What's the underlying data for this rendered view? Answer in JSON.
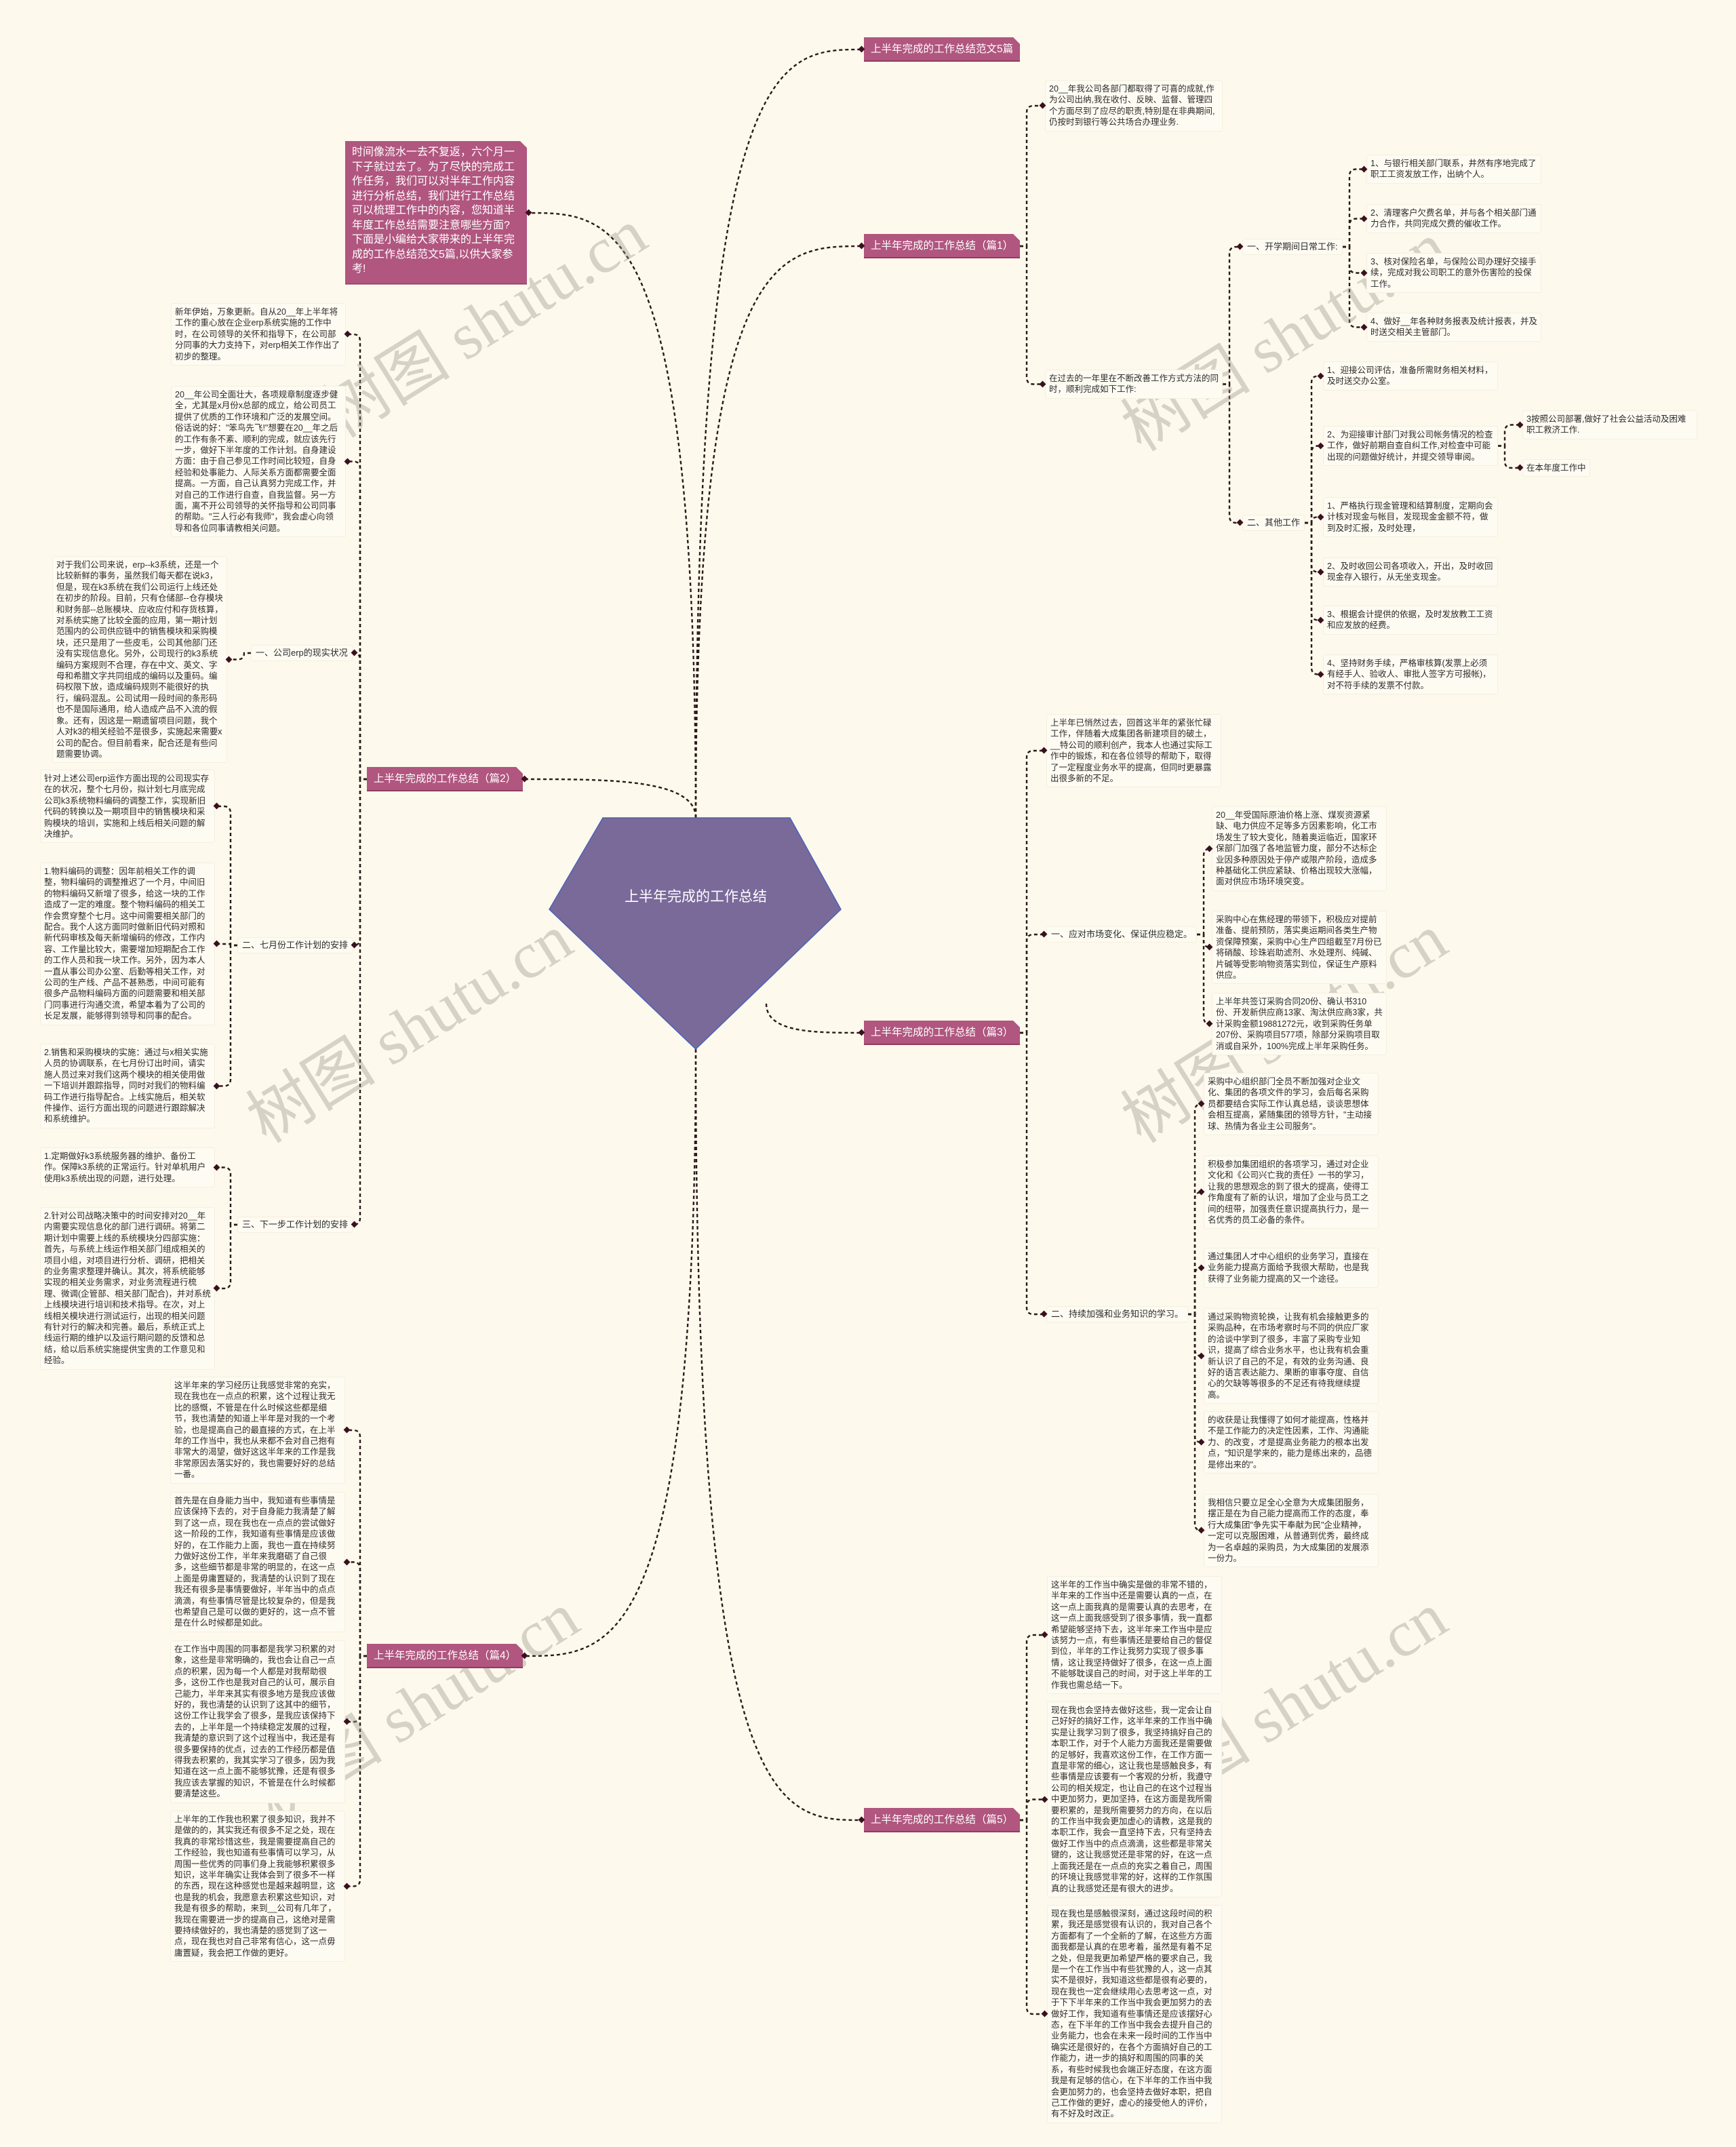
{
  "watermark": "树图 shutu.cn",
  "colors": {
    "background": "#fdf9ec",
    "label": "#b0567f",
    "root": "#7a6a9a",
    "connector": "#2a1a1a"
  },
  "root": {
    "title": "上半年完成的工作总结"
  },
  "labels": {
    "collection": "上半年完成的工作总结范文5篇",
    "pian1": "上半年完成的工作总结（篇1）",
    "pian2": "上半年完成的工作总结（篇2）",
    "pian3": "上半年完成的工作总结（篇3）",
    "pian4": "上半年完成的工作总结（篇4）",
    "pian5": "上半年完成的工作总结（篇5）"
  },
  "intro": "时间像流水一去不复返，六个月一下子就过去了。为了尽快的完成工作任务，我们可以对半年工作内容进行分析总结，我们进行工作总结可以梳理工作中的内容，您知道半年度工作总结需要注意哪些方面?下面是小编给大家带来的上半年完成的工作总结范文5篇,以供大家参考!",
  "pian1": {
    "intro": "20__年我公司各部门都取得了可喜的成就,作为公司出纳,我在收付、反映、监督、管理四个方面尽到了应尽的职责,特别是在非典期间,仍按时到银行等公共场合办理业务.",
    "lead": "在过去的一年里在不断改善工作方式方法的同时，顺利完成如下工作:",
    "s1": {
      "title": "一、开学期间日常工作:",
      "items": [
        "1、与银行相关部门联系，井然有序地完成了职工工资发放工作，出纳个人。",
        "2、清理客户欠费名单，并与各个相关部门通力合作，共同完成欠费的催收工作。",
        "3、核对保险名单，与保险公司办理好交接手续，完成对我公司职工的意外伤害险的投保工作。",
        "4、做好__年各种财务报表及统计报表，并及时送交相关主管部门。"
      ]
    },
    "s2": {
      "title": "二、其他工作",
      "items": [
        "1、迎接公司评估，准备所需财务相关材料，及时送交办公室。",
        "2、为迎接审计部门对我公司帐务情况的检查工作，做好前期自查自纠工作,对检查中可能出现的问题做好统计，并提交领导审阅。",
        "1、严格执行现金管理和结算制度，定期向会计核对现金与帐目，发现现金金额不符，做到及时汇报，及时处理，",
        "2、及时收回公司各项收入，开出，及时收回现金存入银行，从无坐支现金。",
        "3、根据会计提供的依据，及时发放教工工资和应发放的经费。",
        "4、坚持财务手续，严格审核算(发票上必须有经手人、验收人、审批人签字方可报帐)，对不符手续的发票不付款。"
      ],
      "sub": [
        "3按照公司部署,做好了社会公益活动及困难职工救济工作.",
        "在本年度工作中"
      ]
    }
  },
  "pian2": {
    "a": "新年伊始，万象更新。自从20__年上半年将工作的重心放在企业erp系统实施的工作中时，在公司领导的关怀和指导下，在公司部分同事的大力支持下，对erp相关工作作出了初步的整理。",
    "b": "20__年公司全面壮大，各项规章制度逐步健全，尤其是x月份x总部的成立，给公司员工提供了优质的工作环境和广泛的发展空间。俗话说的好：\"笨鸟先飞!\"想要在20__年之后的工作有条不紊、顺利的完成，就应该先行一步，做好下半年度的工作计划。自身建设方面：由于自己参见工作时间比较短，自身经验和处事能力、人际关系方面都需要全面提高。一方面，自己认真努力完成工作，并对自己的工作进行自查，自我监督。另一方面，离不开公司领导的关怀指导和公司同事的帮助。\"三人行必有我师\"，我会虚心向领导和各位同事请教相关问题。",
    "s1": {
      "title": "一、公司erp的现实状况",
      "items": [
        "对于我们公司来说，erp--k3系统，还是一个比较新鲜的事务，虽然我们每天都在说k3，但是，现在k3系统在我们公司运行上线还处在初步的阶段。目前，只有仓储部--仓存模块和财务部--总账模块、应收应付和存货核算，对系统实施了比较全面的应用，第一期计划范围内的公司供应链中的销售模块和采购模块，还只是用了一些皮毛，公司其他部门还没有实现信息化。另外，公司现行的k3系统编码方案规则不合理，存在中文、英文、字母和希腊文字共同组成的编码以及重码。编码权限下放，造成编码规则不能很好的执行，编码混乱。公司试用一段时间的条形码也不是国际通用，给人造成产品不入流的假象。还有，因这是一期遗留项目问题，我个人对k3的相关经验不是很多，实施起来需要x公司的配合。但目前看来，配合还是有些问题需要协调。"
      ]
    },
    "s2": {
      "title": "二、七月份工作计划的安排",
      "items": [
        "针对上述公司erp运作方面出现的公司现实存在的状况，整个七月份，拟计划七月底完成公司k3系统物料编码的调整工作，实现新旧代码的转换以及一期项目中的销售模块和采购模块的培训，实施和上线后相关问题的解决维护。",
        "1.物料编码的调整：因年前相关工作的调整，物料编码的调整推迟了一个月，中间旧的物料编码又新增了很多，给这一块的工作造成了一定的难度。整个物料编码的相关工作会贯穿整个七月。这中间需要相关部门的配合。我个人这方面同时做新旧代码对照和新代码审核及每天新增编码的修改，工作内容、工作量比较大，需要增加短期配合工作的工作人员和我一块工作。另外，因为本人一直从事公司办公室、后勤等相关工作，对公司的生产线、产品不甚熟悉，中间可能有很多产品物料编码方面的问题需要和相关部门同事进行沟通交流，希望本着为了公司的长足发展，能够得到领导和同事的配合。",
        "2.销售和采购模块的实施：通过与x相关实施人员的协调联系，在七月份订出时间，请实施人员过来对我们这两个模块的相关使用做一下培训并跟踪指导，同时对我们的物料编码工作进行指导配合。上线实施后，相关软件操作、运行方面出现的问题进行跟踪解决和系统维护。"
      ]
    },
    "s3": {
      "title": "三、下一步工作计划的安排",
      "items": [
        "1.定期做好k3系统服务器的维护、备份工作。保障k3系统的正常运行。针对单机用户使用k3系统出现的问题，进行处理。",
        "2.针对公司战略决策中的时间安排对20__年内需要实现信息化的部门进行调研。将第二期计划中需要上线的系统模块分四部实施：首先，与系统上线运作相关部门组成相关的项目小组，对项目进行分析、调研，把相关的业务需求整理并确认。其次，将系统能够实现的相关业务需求，对业务流程进行梳理、微调(企管部、相关部门配合)，并对系统上线模块进行培训和技术指导。在次，对上线相关模块进行测试运行，出现的相关问题有针对行的解决和完善。最后，系统正式上线运行期的维护以及运行期问题的反馈和总结，给以后系统实施提供宝贵的工作意见和经验。"
      ]
    }
  },
  "pian3": {
    "intro": "上半年已悄然过去，回首这半年的紧张忙碌工作，伴随着大成集团各新建项目的破土，__特公司的顺利创产，我本人也通过实际工作中的锻炼，和在各位领导的帮助下，取得了一定程度业务水平的提高，但同时更暴露出很多新的不足。",
    "s1": {
      "title": "一、应对市场变化、保证供应稳定。",
      "items": [
        "20__年受国际原油价格上涨、煤炭资源紧缺、电力供应不足等多方因素影响，化工市场发生了较大变化，随着奥运临近，国家环保部门加强了各地监管力度，部分不达标企业因多种原因处于停产或限产阶段，造成多种基础化工供应紧缺、价格出现较大涨幅，面对供应市场环境突变。",
        "采购中心在焦经理的带领下，积极应对提前准备、提前预防，落实奥运期间各类生产物资保障预案，采购中心生产四组截至7月份已将硝酸、珍珠岩助滤剂、水处理剂、纯碱、片碱等受影响物资落实到位，保证生产原料供应。",
        "上半年共签订采购合同20份、确认书310份、开发新供应商13家、淘汰供应商3家，共计采购金额19881272元，收到采购任务单207份、采购项目577项，除部分采购项目取消或自采外，100%完成上半年采购任务。"
      ]
    },
    "s2": {
      "title": "二、持续加强和业务知识的学习。",
      "items": [
        "采购中心组织部门全员不断加强对企业文化、集团的各项文件的学习，会后每名采购员都要结合实际工作认真总结，谈谈思想体会相互提高，紧随集团的领导方针，\"主动接球、热情为各业主公司服务\"。",
        "积极参加集团组织的各项学习，通过对企业文化和《公司兴亡我的责任》一书的学习，让我的思想观念的到了很大的提高，使得工作角度有了新的认识，增加了企业与员工之间的纽带，加强责任意识提高执行力，是一名优秀的员工必备的条件。",
        "通过集团人才中心组织的业务学习，直接在业务能力提高方面给予我很大帮助，也是我获得了业务能力提高的又一个途径。",
        "通过采购物资轮换，让我有机会接触更多的采购品种，在市场考察时与不同的供应厂家的洽谈中学到了很多，丰富了采购专业知识，提高了综合业务水平，也让我有机会重新认识了自己的不足，有效的业务沟通、良好的语言表达能力、果断的审事夺度、自信心的欠缺等等很多的不足还有待我继续提高。",
        "的收获是让我懂得了如何才能提高，性格并不是工作能力的决定性因素，工作、沟通能力、的改变，才是提高业务能力的根本出发点，\"知识是学来的，能力是练出来的，品德是修出来的\"。",
        "我相信只要立足全心全意为大成集团服务，摆正是在为自己能力提高而工作的态度，奉行大成集团\"争先实干奉献为民\"企业精神，一定可以克服困难，从普通到优秀，最终成为一名卓越的采购员，为大成集团的发展添一份力。"
      ]
    }
  },
  "pian4": {
    "items": [
      "这半年来的学习经历让我感觉非常的充实，现在我也在一点点的积累，这个过程让我无比的感慨，不管是在什么时候这些都是细节，我也清楚的知道上半年是对我的一个考验，也是提高自己的最直接的方式，在上半年的工作当中，我也从来都不会对自己抱有非常大的渴望，做好这这半年来的工作是我非常原因去落实好的，我也需要好好的总结一番。",
      "首先是在自身能力当中，我知道有些事情是应该保持下去的，对于自身能力我清楚了解到了这一点，现在我也在一点点的尝试做好这一阶段的工作，我知道有些事情是应该做好的，在工作能力上面，我也一直在持续努力做好这份工作，半年来我磨砺了自己很多，这些细节都是非常的明显的，在这一点上面是毋庸置疑的，我清楚的认识到了现在我还有很多是事情要做好，半年当中的点点滴滴，有些事情尽管是比较复杂的，但是我也希望自己是可以做的更好的，这一点不管是在什么时候都是如此。",
      "在工作当中周围的同事都是我学习积累的对象，这些是非常明确的，我也会让自己一点点的积累，因为每一个人都是对我帮助很多，这份工作也是我对自己的认可，展示自己能力，半年来其实有很多地方是我应该做好的，我也清楚的认识到了这其中的细节，这份工作让我学会了很多，是我应该保持下去的，上半年是一个持续稳定发展的过程，我清楚的意识到了这个过程当中，我还是有很多要保持的优点，过去的工作经历都是值得我去积累的，我其实学习了很多，因为我知道在这一点上面不能够犹豫，还是有很多我应该去掌握的知识，不管是在什么时候都要清楚这些。",
      "上半年的工作我也积累了很多知识，我并不是做的的，其实我还有很多不足之处，现在我真的非常珍惜这些，我是需要提高自己的工作经验，我也知道有些事情可以学习，从周围一些优秀的同事们身上我能够积累很多知识，这半年确实让我体会到了很多不一样的东西，现在这种感觉也是越来越明显，这也是我的机会，我愿意去积累这些知识，对我是有很多的帮助，来到__公司有几年了，我现在需要进一步的提高自己，这绝对是需要持续做好的，我也清楚的感觉到了这一点，现在我也对自己非常有信心，这一点毋庸置疑，我会把工作做的更好。"
    ]
  },
  "pian5": {
    "items": [
      "这半年的工作当中确实是做的非常不错的，半年来的工作当中还是需要认真的一点，在这一点上面我真的是需要认真的去思考，在这一点上面我感受到了很多事情，我一直都希望能够坚持下去，这半年来工作当中是应该努力一点，有些事情还是要给自己的督促到位，半年的工作让我努力实现了很多事情，这让我坚持做好了很多，在这一点上面不能够耽误自己的时间，对于这上半年的工作我也需总结一下。",
      "现在我也会坚持去做好这些，我一定会让自己好好的搞好工作，这半年来的工作当中确实是让我学习到了很多，我坚持搞好自己的本职工作，对于个人能力方面我还是需要做的足够好，我喜欢这份工作，在工作方面一直是非常的细心，这让我也是感触良多，有些事情是应该要有一个客观的分析，我遵守公司的相关规定，也让自己的在这个过程当中更加努力，更加坚持，在这方面是我所需要积累的，是我所需要努力的方向，在以后的工作当中我会更加虚心的请教，这是我的本职工作，我会一直坚持下去，只有坚持去做好工作当中的点点滴滴，这些都是非常关键的，这让我感觉还是非常的好，在这一点上面我还是在一点点的充实之着自己，周围的环境让我感觉非常的好，这样的工作氛围真的让我感觉还是有很大的进步。",
      "现在我也是感触很深刻，通过这段时间的积累，我还是感觉很有认识的，我对自己各个方面都有了一个全新的了解，在这些方方面面我都是认真的在思考着，虽然是有着不足之处，但是我更加希望严格的要求自己，我是一个在工作当中有些犹豫的人，这一点其实不是很好，我知道这些都是很有必要的，现在我也一定会继续用心去思考这一点，对于下下半年来的工作当中我会更加努力的去做好工作，我知道有些事情还是应该摆好心态，在下半年的工作当中我会去提升自己的业务能力，也会在未来一段时间的工作当中确实还是很好的，在各个方面搞好自己的工作能力，进一步的搞好和周围的同事的关系，有些时候我也会端正好态度，在这方面我是有足够的信心，在下半年的工作当中我会更加努力的，也会坚持去做好本职，把自己工作做的更好，虚心的接受他人的评价，有不好及时改正。"
    ]
  }
}
